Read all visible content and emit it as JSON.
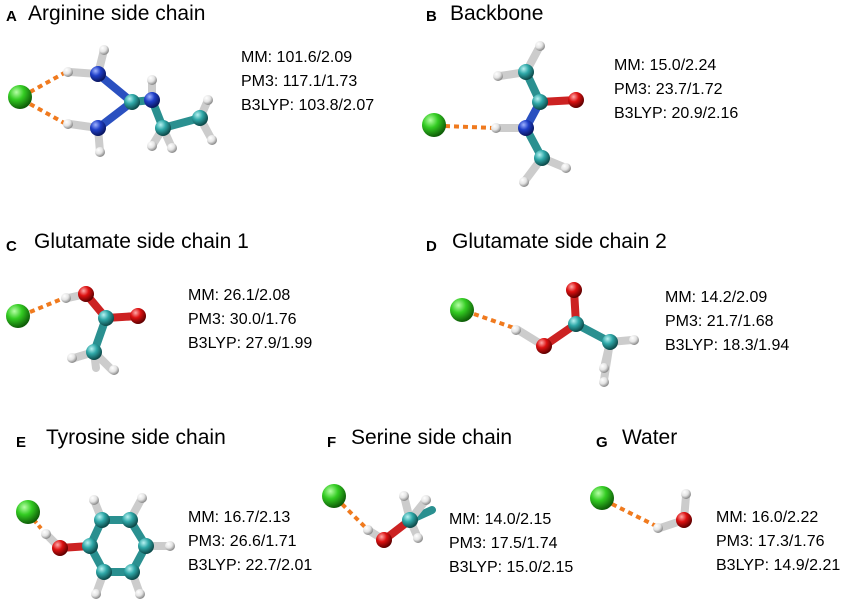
{
  "panels": [
    {
      "letter": "A",
      "title": "Arginine side chain",
      "mm": "MM: 101.6/2.09",
      "pm3": "PM3: 117.1/1.73",
      "b3lyp": "B3LYP: 103.8/2.07"
    },
    {
      "letter": "B",
      "title": "Backbone",
      "mm": "MM: 15.0/2.24",
      "pm3": "PM3: 23.7/1.72",
      "b3lyp": "B3LYP: 20.9/2.16"
    },
    {
      "letter": "C",
      "title": "Glutamate side chain 1",
      "mm": "MM: 26.1/2.08",
      "pm3": "PM3: 30.0/1.76",
      "b3lyp": "B3LYP: 27.9/1.99"
    },
    {
      "letter": "D",
      "title": "Glutamate side chain 2",
      "mm": "MM: 14.2/2.09",
      "pm3": "PM3: 21.7/1.68",
      "b3lyp": "B3LYP: 18.3/1.94"
    },
    {
      "letter": "E",
      "title": "Tyrosine side chain",
      "mm": "MM: 16.7/2.13",
      "pm3": "PM3: 26.6/1.71",
      "b3lyp": "B3LYP: 22.7/2.01"
    },
    {
      "letter": "F",
      "title": "Serine side chain",
      "mm": "MM: 14.0/2.15",
      "pm3": "PM3: 17.5/1.74",
      "b3lyp": "B3LYP: 15.0/2.15"
    },
    {
      "letter": "G",
      "title": "Water",
      "mm": "MM: 16.0/2.22",
      "pm3": "PM3: 17.3/1.76",
      "b3lyp": "B3LYP: 14.9/2.21"
    }
  ],
  "colors": {
    "chloride": "#33cc22",
    "carbon": "#2fa8a8",
    "nitrogen": "#1f3fc8",
    "oxygen": "#dd1111",
    "hydrogen": "#e8e8e8",
    "hbond": "#f07a1e"
  }
}
